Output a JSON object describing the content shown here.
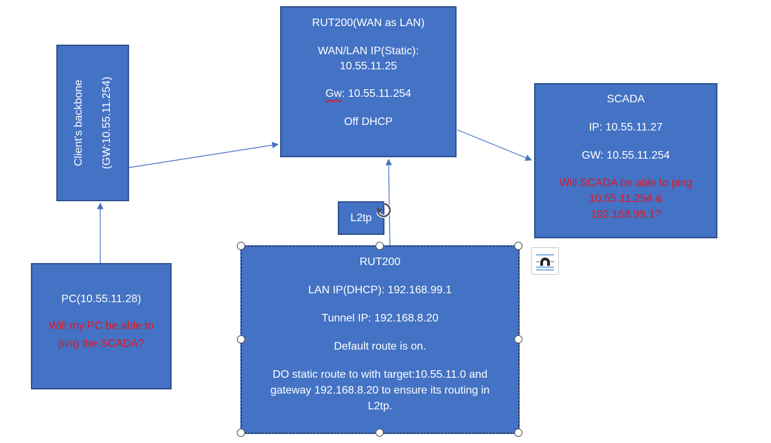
{
  "rut_wan": {
    "title": "RUT200(WAN as LAN)",
    "ip_label": "WAN/LAN IP(Static):",
    "ip_value": "10.55.11.25",
    "gw_label": "Gw",
    "gw_value": ": 10.55.11.254",
    "dhcp": "Off DHCP"
  },
  "scada": {
    "title": "SCADA",
    "ip": "IP: 10.55.11.27",
    "gw": "GW: 10.55.11.254",
    "question_line1": "Will SCADA be able to ping",
    "question_line2": "10.55.11.254 &",
    "question_line3": "192.168.99.1?"
  },
  "backbone": {
    "line1": "Client’s backbone",
    "line2": "(GW:10.55.11.254)"
  },
  "pc": {
    "title": "PC(10.55.11.28)",
    "question_line1": "Will my PC be able to",
    "question_line2": "ping the SCADA?"
  },
  "l2tp": {
    "label": "L2tp"
  },
  "rut200": {
    "title": "RUT200",
    "lan_ip": "LAN IP(DHCP): 192.168.99.1",
    "tunnel_ip": "Tunnel IP: 192.168.8.20",
    "default_route": "Default route is on.",
    "static_line1": "DO static route to with target:10.55.11.0 and",
    "static_line2": "gateway 192.168.8.20 to ensure its routing in",
    "static_line3": "L2tp."
  },
  "colors": {
    "box_fill": "#4472c4",
    "box_border": "#2f528f",
    "question_text": "#e8141c",
    "arrow": "#4472c4"
  },
  "icons": {
    "rotate": "rotate-handle-icon",
    "layout": "layout-options-icon"
  }
}
